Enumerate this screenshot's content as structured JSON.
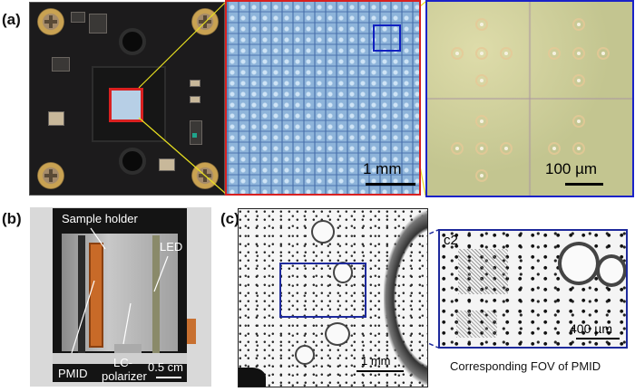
{
  "panels": {
    "a": {
      "label": "(a)",
      "pcb": {
        "description": "camera sensor board photo",
        "highlight_color": "#d92020"
      },
      "zoom1": {
        "scale_bar": "1 mm",
        "border_color": "#d82020",
        "roi_color": "#1020c0"
      },
      "zoom2": {
        "scale_bar": "100 µm",
        "border_color": "#1a22c8"
      }
    },
    "b": {
      "label": "(b)",
      "annotations": {
        "sample_holder": "Sample holder",
        "led": "LED",
        "pmid": "PMID",
        "lc_polarizer_1": "LC-",
        "lc_polarizer_2": "polarizer",
        "scale_bar": "0.5 cm"
      }
    },
    "c": {
      "label": "(c)",
      "overview": {
        "scale_bar": "1 mm",
        "roi_color": "#1e2a9c"
      },
      "inset": {
        "label": "c2",
        "scale_bar": "400 µm",
        "caption": "Corresponding FOV of PMID"
      }
    }
  },
  "colors": {
    "red": "#d92020",
    "blue": "#1e2a9c",
    "yellow_connector": "#e8e020"
  }
}
